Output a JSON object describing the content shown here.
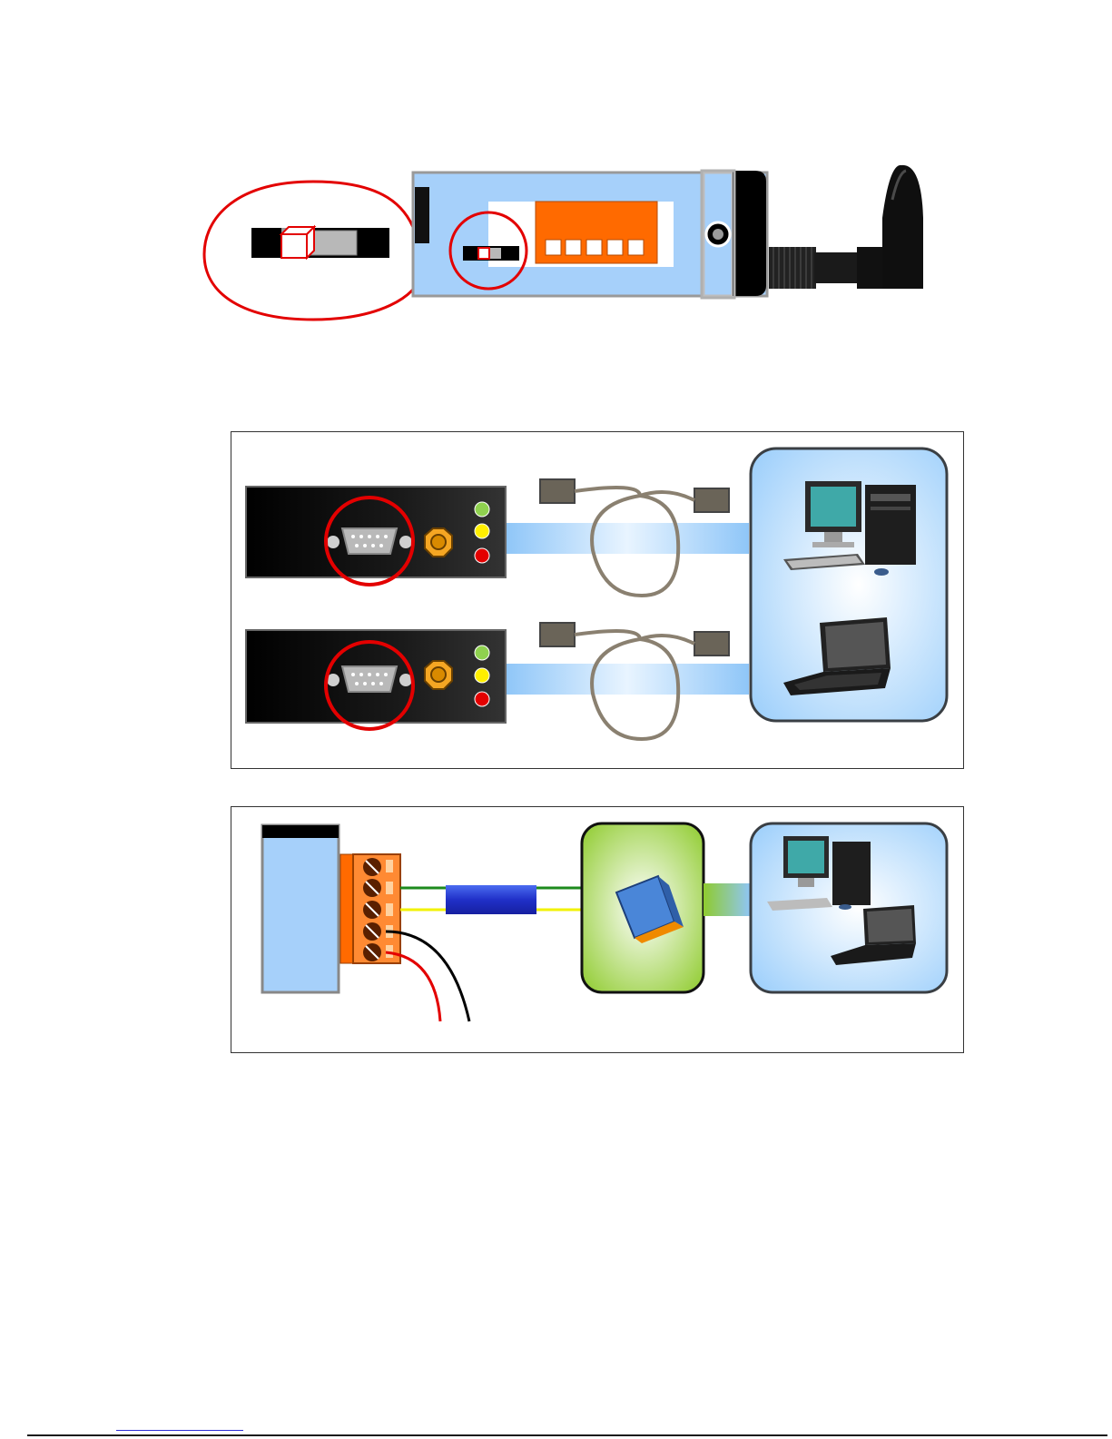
{
  "figure_1": {
    "name": "top-view-module-with-switch-callout"
  },
  "figure_2": {
    "name": "rs232-connection-to-pc"
  },
  "figure_3": {
    "name": "rs485-connection-via-converter"
  },
  "footer": {
    "link_text": ""
  },
  "colors": {
    "module_blue": "#a6d0fa",
    "terminal_orange": "#ff6a00",
    "callout_red": "#e30000",
    "converter_green": "#9bcf3a",
    "pc_panel_blue": "#bcdcf8"
  }
}
